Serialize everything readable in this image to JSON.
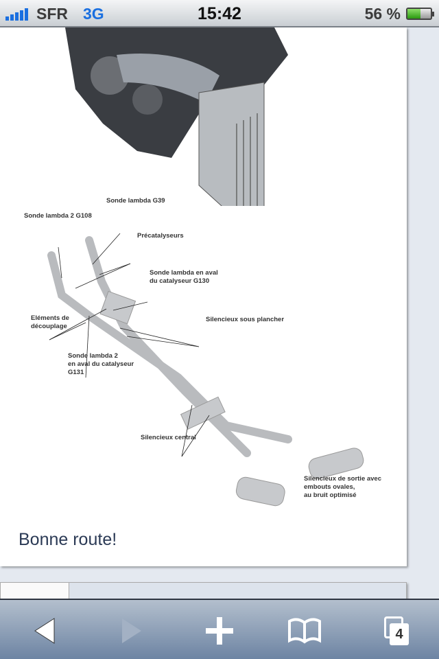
{
  "status_bar": {
    "carrier": "SFR",
    "network": "3G",
    "time": "15:42",
    "battery": "56 %",
    "battery_level": 0.56
  },
  "diagram": {
    "labels": {
      "g39": "Sonde lambda G39",
      "g108": "Sonde lambda 2 G108",
      "precat": "Précatalyseurs",
      "g130_1": "Sonde lambda en aval",
      "g130_2": "du catalyseur G130",
      "decoup_1": "Eléments de",
      "decoup_2": "découplage",
      "sous_plancher": "Silencieux sous plancher",
      "g131_1": "Sonde lambda 2",
      "g131_2": "en aval du catalyseur",
      "g131_3": "G131",
      "central": "Silencieux central",
      "sortie_1": "Silencieux de sortie avec",
      "sortie_2": "embouts ovales,",
      "sortie_3": "au bruit optimisé"
    }
  },
  "closing_text": "Bonne route!",
  "toolbar": {
    "tabs_count": "4"
  }
}
